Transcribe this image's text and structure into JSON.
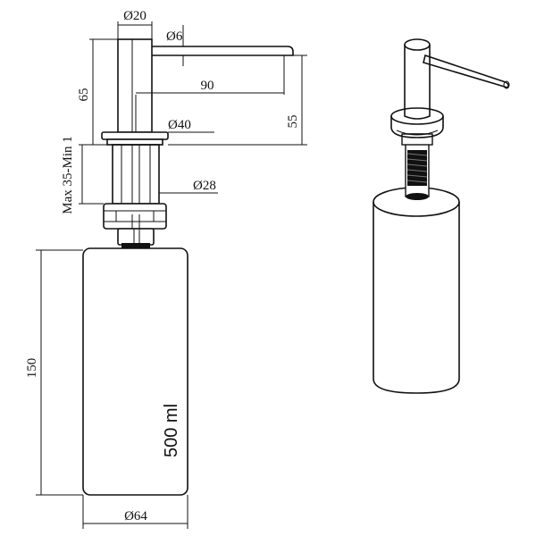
{
  "dimensions": {
    "spout_diameter": "Ø20",
    "nozzle_diameter": "Ø6",
    "spout_height": "65",
    "spout_reach": "90",
    "spout_clearance": "55",
    "flange_diameter": "Ø40",
    "shank_diameter": "Ø28",
    "countertop_thickness": "Max 35-Min 1",
    "bottle_height": "150",
    "bottle_diameter": "Ø64"
  },
  "bottle": {
    "capacity_label": "500 ml"
  }
}
